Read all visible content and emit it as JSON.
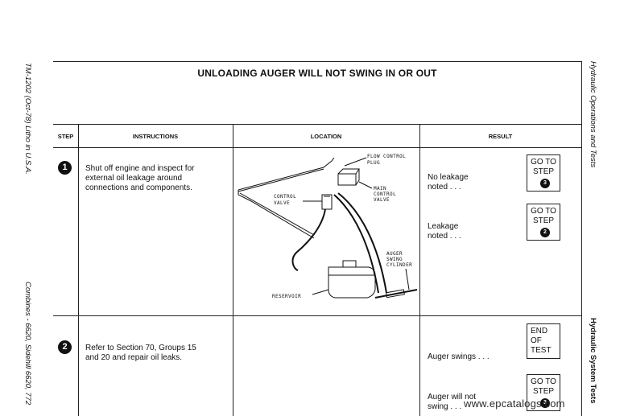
{
  "header": {
    "title": "UNLOADING AUGER WILL NOT SWING IN OR OUT"
  },
  "side_left": {
    "top": "TM-1202 (Oct-78) Litho in U.S.A.",
    "bottom": "Combines - 6620, Sidehill 6620, 772"
  },
  "side_right": {
    "top": "Hydraulic Operations and Tests",
    "bottom": "Hydraulic System Tests"
  },
  "columns": {
    "step": "STEP",
    "instructions": "INSTRUCTIONS",
    "location": "LOCATION",
    "result": "RESULT"
  },
  "steps": [
    {
      "number": "1",
      "instruction": "Shut off engine and inspect for\nexternal oil leakage around\nconnections and components.",
      "results": [
        {
          "text": "No leakage\n    noted . . .",
          "action": "GO TO\nSTEP",
          "ref": "3"
        },
        {
          "text": "Leakage\n    noted . . .",
          "action": "GO TO\nSTEP",
          "ref": "2"
        }
      ]
    },
    {
      "number": "2",
      "instruction": "Refer to Section 70, Groups 15\nand 20 and repair oil leaks.",
      "results": [
        {
          "text": "Auger swings . . .",
          "action": "END OF\nTEST",
          "ref": ""
        },
        {
          "text": "Auger will not\n    swing . . .",
          "action": "GO TO\nSTEP",
          "ref": "3"
        }
      ]
    }
  ],
  "diagram": {
    "labels": {
      "flow_control": "FLOW CONTROL",
      "plug": "PLUG",
      "main": "MAIN",
      "control": "CONTROL",
      "valve": "VALVE",
      "control2": "CONTROL",
      "valve2": "VALVE",
      "auger": "AUGER",
      "swing": "SWING",
      "cylinder": "CYLINDER",
      "reservoir": "RESERVOIR"
    }
  },
  "watermark": "www.epcatalogs.com"
}
